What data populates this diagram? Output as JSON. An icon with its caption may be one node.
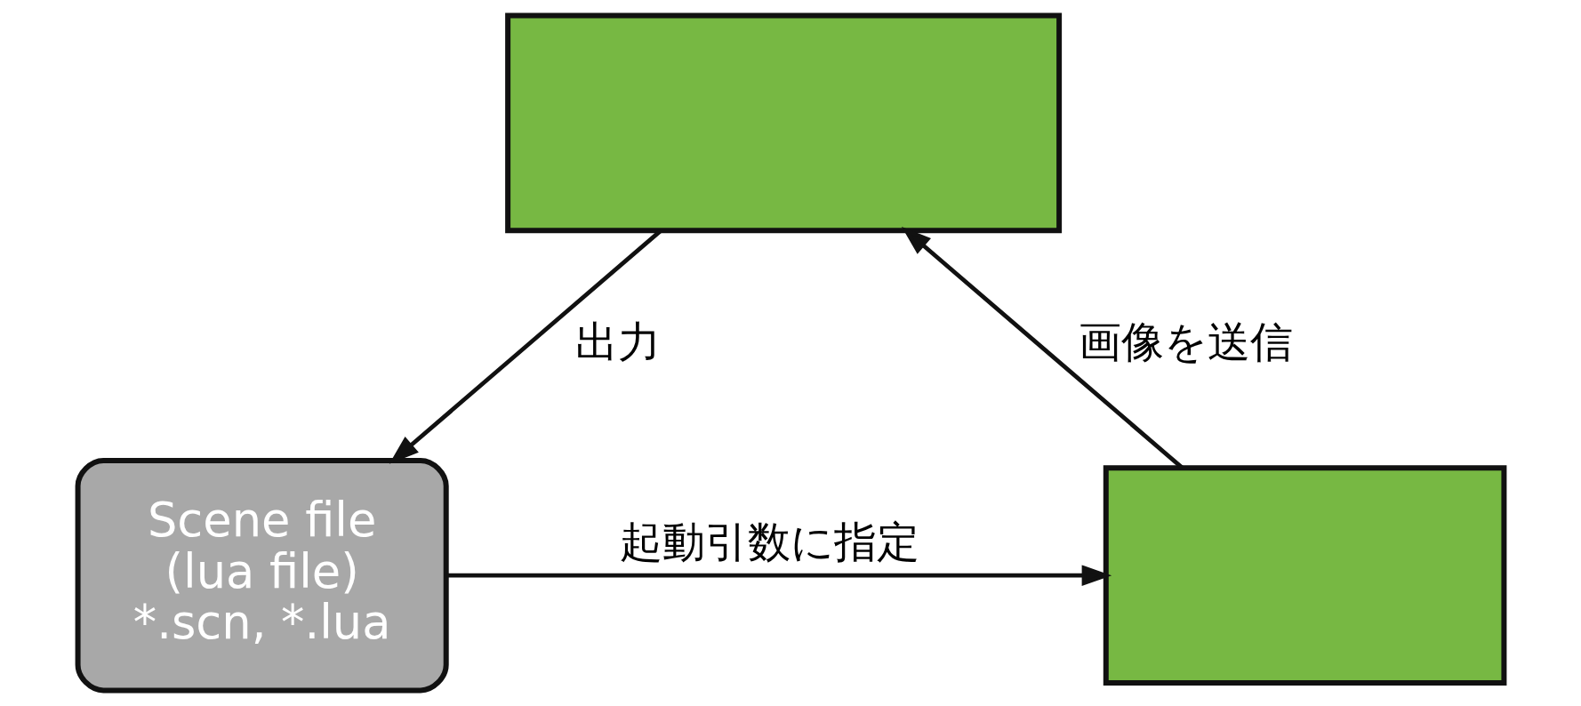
{
  "diagram": {
    "nodes": [
      {
        "text": [],
        "shape": "box"
      },
      {
        "text": [
          "Scene file",
          "(lua file)",
          "*.scn, *.lua"
        ]
      },
      {
        "text": [],
        "shape": "box"
      }
    ],
    "edges": [
      {
        "from": 0,
        "to": 1,
        "arrow": "to",
        "label": "出力"
      },
      {
        "from": 1,
        "to": 2,
        "arrow": "to",
        "label": "起動引数に指定"
      },
      {
        "from": 2,
        "to": 0,
        "arrow": "to",
        "label": "画像を送信"
      }
    ]
  }
}
